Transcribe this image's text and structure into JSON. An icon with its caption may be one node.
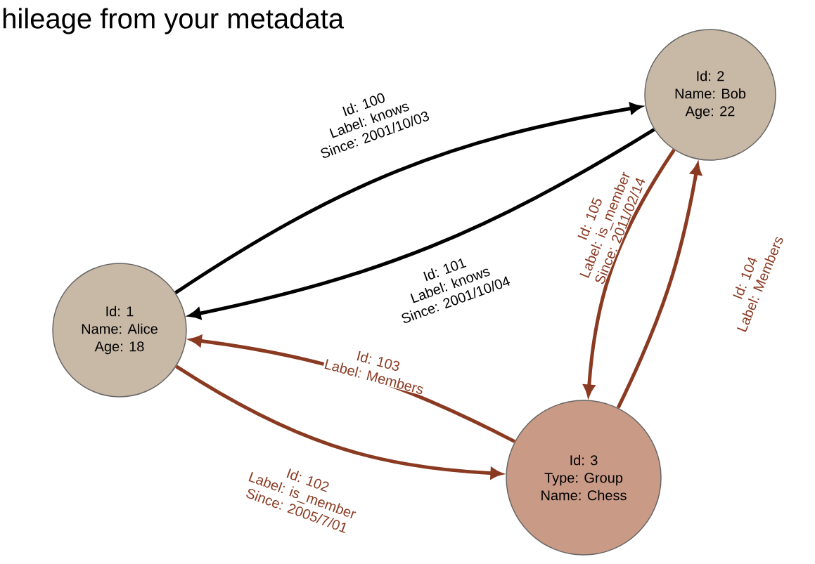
{
  "diagram": {
    "title": "hileage from your metadata",
    "nodes": [
      {
        "text": [
          "Id: 1",
          "Name: Alice",
          "Age: 18"
        ]
      },
      {
        "text": [
          "Id: 2",
          "Name: Bob",
          "Age: 22"
        ]
      },
      {
        "text": [
          "Id: 3",
          "Type: Group",
          "Name: Chess"
        ]
      }
    ],
    "edges": [
      {
        "from": 0,
        "to": 1,
        "arrow": "to",
        "color": "#000000",
        "label": [
          "Id: 100",
          "Label: knows",
          "Since: 2001/10/03"
        ]
      },
      {
        "from": 1,
        "to": 0,
        "arrow": "to",
        "color": "#000000",
        "label": [
          "Id: 101",
          "Label: knows",
          "Since: 2001/10/04"
        ]
      },
      {
        "from": 2,
        "to": 0,
        "arrow": "to",
        "label": [
          "Id: 103",
          "Label: Members"
        ]
      },
      {
        "from": 0,
        "to": 2,
        "arrow": "to",
        "label": [
          "Id: 102",
          "Label: is_member",
          "Since: 2005/7/01"
        ]
      },
      {
        "from": 1,
        "to": 2,
        "arrow": "to",
        "label": [
          "Id: 105",
          "Label: is_member",
          "Since: 2011/02/14"
        ]
      },
      {
        "from": 2,
        "to": 1,
        "arrow": "to",
        "label": [
          "Id: 104",
          "Label: Members"
        ]
      }
    ]
  }
}
